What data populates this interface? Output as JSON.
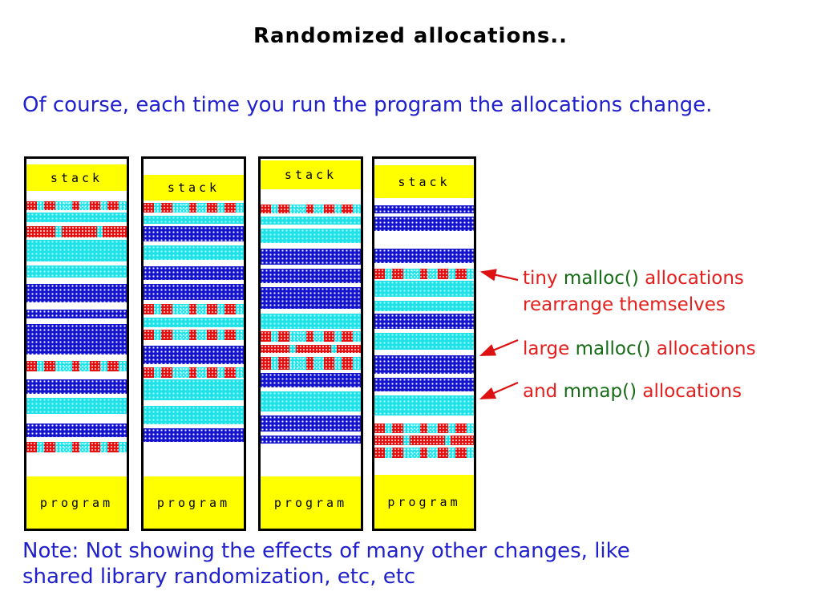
{
  "title": "Randomized allocations..",
  "intro": "Of course, each time you run the program the allocations change.",
  "note": {
    "line1": "Note: Not showing the effects of many other changes, like",
    "line2": "shared library randomization, etc, etc"
  },
  "labels": {
    "stack": "stack",
    "program": "program"
  },
  "colors": {
    "blue_text": "#2121cc",
    "red_text": "#e41d1d",
    "green_text": "#166b16",
    "band_cyan": "#1fe1e8",
    "band_blue": "#1414cf",
    "band_red": "#e21212",
    "band_yellow": "#ffff00",
    "arrow": "#dd1111"
  },
  "annotations": {
    "tiny": {
      "p1": "tiny ",
      "p2": "malloc()",
      "p3": " allocations",
      "line2": "rearrange themselves"
    },
    "large": {
      "p1": "large ",
      "p2": "malloc()",
      "p3": " allocations"
    },
    "mmap": {
      "p1": "and ",
      "p2": "mmap()",
      "p3": " allocations"
    }
  },
  "columns": [
    {
      "bands": [
        {
          "t": "w",
          "h": 7
        },
        {
          "t": "stack",
          "h": 33
        },
        {
          "t": "w",
          "h": 13
        },
        {
          "t": "tiny",
          "h": 11
        },
        {
          "t": "w",
          "h": 3
        },
        {
          "t": "cyan",
          "h": 12
        },
        {
          "t": "w",
          "h": 5
        },
        {
          "t": "red",
          "h": 14
        },
        {
          "t": "w",
          "h": 3
        },
        {
          "t": "cyan",
          "h": 27
        },
        {
          "t": "w",
          "h": 5
        },
        {
          "t": "cyan",
          "h": 15
        },
        {
          "t": "w",
          "h": 8
        },
        {
          "t": "blue",
          "h": 23
        },
        {
          "t": "w",
          "h": 9
        },
        {
          "t": "blue",
          "h": 11
        },
        {
          "t": "w",
          "h": 7
        },
        {
          "t": "blue",
          "h": 38
        },
        {
          "t": "w",
          "h": 8
        },
        {
          "t": "tiny",
          "h": 13
        },
        {
          "t": "w",
          "h": 10
        },
        {
          "t": "blue",
          "h": 18
        },
        {
          "t": "w",
          "h": 5
        },
        {
          "t": "cyan",
          "h": 20
        },
        {
          "t": "w",
          "h": 12
        },
        {
          "t": "blue",
          "h": 17
        },
        {
          "t": "w",
          "h": 6
        },
        {
          "t": "tiny",
          "h": 13
        },
        {
          "t": "w",
          "h": 16,
          "flex": 1
        },
        {
          "t": "prog",
          "h": 65
        }
      ]
    },
    {
      "bands": [
        {
          "t": "w",
          "h": 20
        },
        {
          "t": "stack",
          "h": 32
        },
        {
          "t": "w",
          "h": 3
        },
        {
          "t": "tiny",
          "h": 12
        },
        {
          "t": "w",
          "h": 4
        },
        {
          "t": "cyan",
          "h": 10
        },
        {
          "t": "w",
          "h": 3
        },
        {
          "t": "blue",
          "h": 19
        },
        {
          "t": "w",
          "h": 5
        },
        {
          "t": "cyan",
          "h": 18
        },
        {
          "t": "w",
          "h": 8
        },
        {
          "t": "blue",
          "h": 17
        },
        {
          "t": "w",
          "h": 5
        },
        {
          "t": "blue",
          "h": 20
        },
        {
          "t": "w",
          "h": 5
        },
        {
          "t": "tiny",
          "h": 13
        },
        {
          "t": "w",
          "h": 4
        },
        {
          "t": "cyan",
          "h": 12
        },
        {
          "t": "w",
          "h": 3
        },
        {
          "t": "tiny",
          "h": 13
        },
        {
          "t": "w",
          "h": 7
        },
        {
          "t": "blue",
          "h": 23
        },
        {
          "t": "w",
          "h": 4
        },
        {
          "t": "tiny",
          "h": 13
        },
        {
          "t": "w",
          "h": 2
        },
        {
          "t": "cyan",
          "h": 26
        },
        {
          "t": "w",
          "h": 7
        },
        {
          "t": "cyan",
          "h": 23
        },
        {
          "t": "w",
          "h": 5
        },
        {
          "t": "blue",
          "h": 17
        },
        {
          "t": "w",
          "h": 35,
          "flex": 1
        },
        {
          "t": "prog",
          "h": 65
        }
      ]
    },
    {
      "bands": [
        {
          "t": "w",
          "h": 2
        },
        {
          "t": "stack",
          "h": 36
        },
        {
          "t": "w",
          "h": 19
        },
        {
          "t": "tiny",
          "h": 11
        },
        {
          "t": "w",
          "h": 4
        },
        {
          "t": "cyan",
          "h": 10
        },
        {
          "t": "w",
          "h": 5
        },
        {
          "t": "cyan",
          "h": 18
        },
        {
          "t": "w",
          "h": 7
        },
        {
          "t": "blue",
          "h": 20
        },
        {
          "t": "w",
          "h": 5
        },
        {
          "t": "blue",
          "h": 18
        },
        {
          "t": "w",
          "h": 5
        },
        {
          "t": "blue",
          "h": 27
        },
        {
          "t": "w",
          "h": 6
        },
        {
          "t": "cyan",
          "h": 19
        },
        {
          "t": "w",
          "h": 3
        },
        {
          "t": "tiny",
          "h": 13
        },
        {
          "t": "w",
          "h": 4
        },
        {
          "t": "red",
          "h": 10
        },
        {
          "t": "w",
          "h": 5
        },
        {
          "t": "tiny",
          "h": 16
        },
        {
          "t": "w",
          "h": 4
        },
        {
          "t": "blue",
          "h": 18
        },
        {
          "t": "w",
          "h": 5
        },
        {
          "t": "cyan",
          "h": 25
        },
        {
          "t": "w",
          "h": 5
        },
        {
          "t": "blue",
          "h": 20
        },
        {
          "t": "w",
          "h": 5
        },
        {
          "t": "blue",
          "h": 10
        },
        {
          "t": "w",
          "h": 35,
          "flex": 1
        },
        {
          "t": "prog",
          "h": 65
        }
      ]
    },
    {
      "bands": [
        {
          "t": "w",
          "h": 8
        },
        {
          "t": "stack",
          "h": 41
        },
        {
          "t": "w",
          "h": 9
        },
        {
          "t": "blue",
          "h": 10
        },
        {
          "t": "w",
          "h": 4
        },
        {
          "t": "blue",
          "h": 18
        },
        {
          "t": "w",
          "h": 22
        },
        {
          "t": "blue",
          "h": 18
        },
        {
          "t": "w",
          "h": 7
        },
        {
          "t": "tiny",
          "h": 13
        },
        {
          "t": "w",
          "h": 2
        },
        {
          "t": "cyan",
          "h": 20
        },
        {
          "t": "w",
          "h": 5
        },
        {
          "t": "cyan",
          "h": 13
        },
        {
          "t": "w",
          "h": 3
        },
        {
          "t": "blue",
          "h": 19
        },
        {
          "t": "w",
          "h": 5
        },
        {
          "t": "cyan",
          "h": 21
        },
        {
          "t": "w",
          "h": 7
        },
        {
          "t": "blue",
          "h": 23
        },
        {
          "t": "w",
          "h": 5
        },
        {
          "t": "blue",
          "h": 17
        },
        {
          "t": "w",
          "h": 5
        },
        {
          "t": "cyan",
          "h": 25
        },
        {
          "t": "w",
          "h": 10
        },
        {
          "t": "tiny",
          "h": 12
        },
        {
          "t": "w",
          "h": 3
        },
        {
          "t": "red",
          "h": 12
        },
        {
          "t": "w",
          "h": 3
        },
        {
          "t": "tiny",
          "h": 13
        },
        {
          "t": "w",
          "h": 15,
          "flex": 1
        },
        {
          "t": "prog",
          "h": 67
        }
      ]
    }
  ]
}
